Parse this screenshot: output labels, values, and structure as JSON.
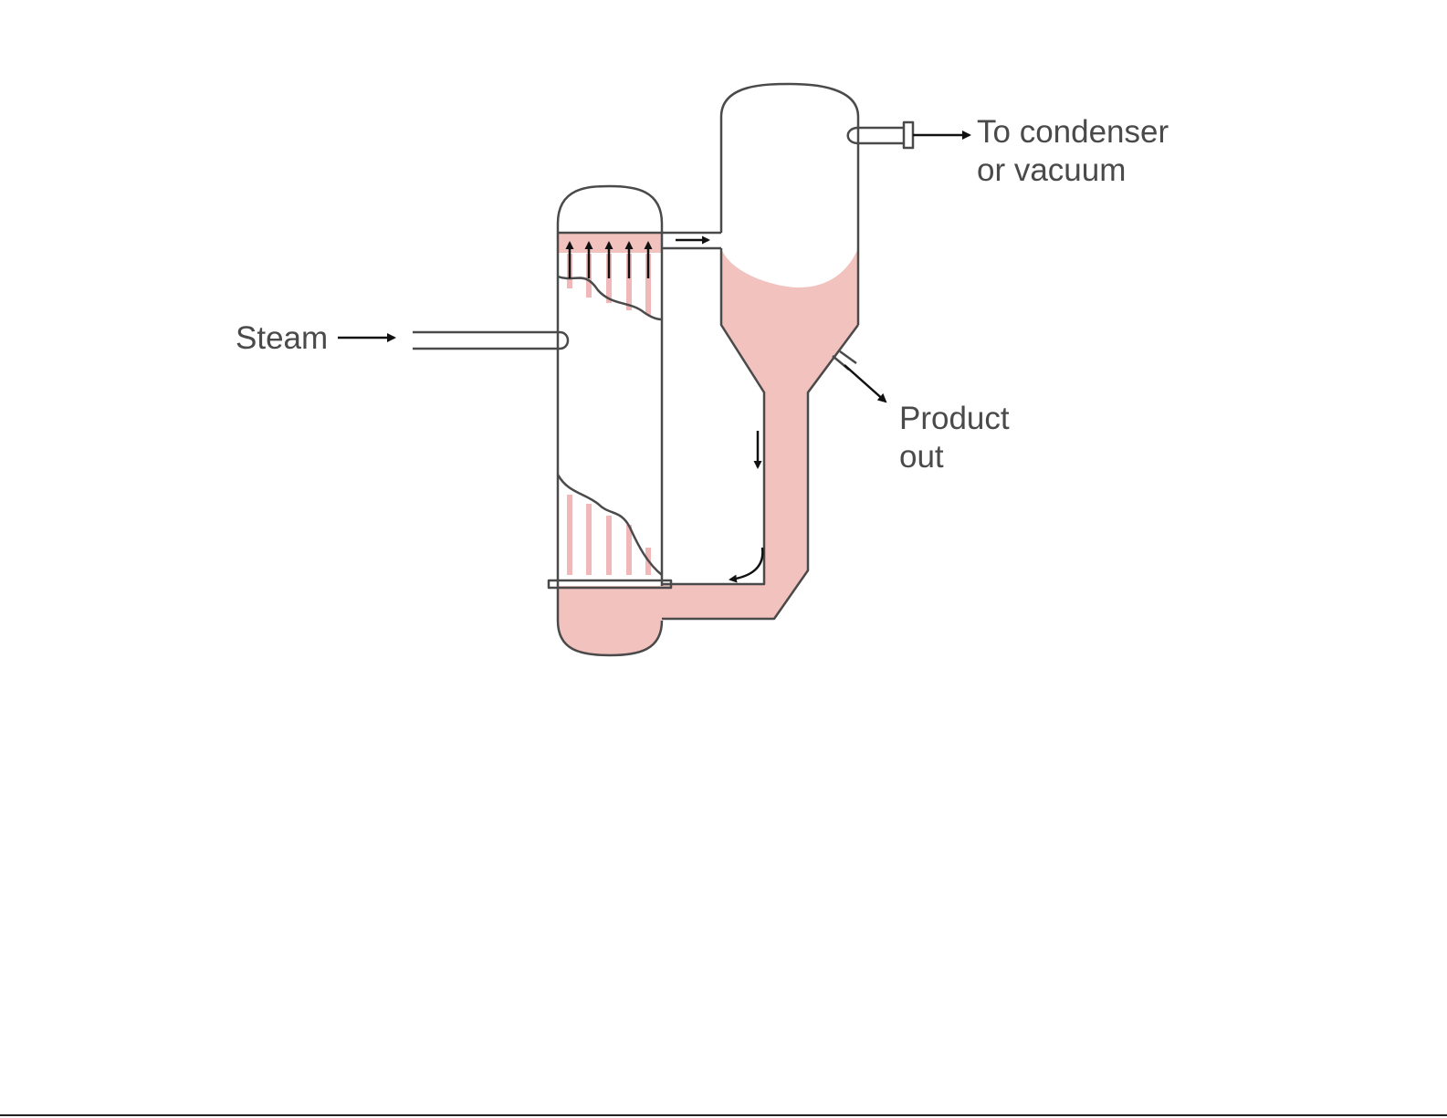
{
  "labels": {
    "steam": "Steam",
    "vapor_outlet_line1": "To condenser",
    "vapor_outlet_line2": "or vacuum",
    "product_line1": "Product",
    "product_line2": "out"
  },
  "colors": {
    "liquid_fill": "#f2c2be",
    "outline": "#4a4a4a",
    "text": "#4a4a4a",
    "arrow": "#111111",
    "background": "#ffffff"
  }
}
